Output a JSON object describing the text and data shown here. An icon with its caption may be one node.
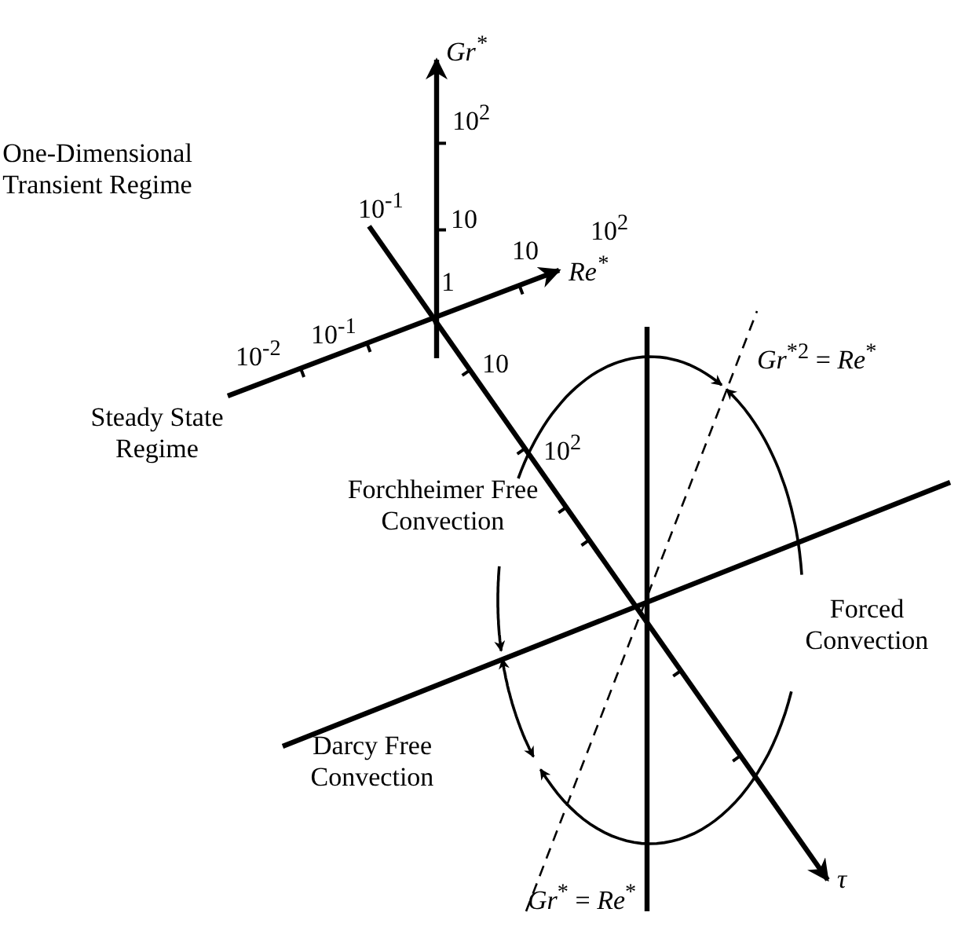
{
  "diagram": {
    "labels": [
      "Gr$^{*}$",
      "10$^{2}$",
      "One-Dimensional Transient Regime",
      "10$^{-1}$",
      "10",
      "10$^{2}$",
      "Re$^{*}$",
      "10",
      "1",
      "10$^{-2}$",
      "10$^{-1}$",
      "10",
      "*Gr*$^{*2}$ = *Re*$^{*}$",
      "Steady State Regime",
      "10$^{2}$",
      "Forchheimer Free Convection",
      "Forced Convection",
      "Darcy Free Convection",
      "τ",
      "*Gr*$^{*}$ = *Re*$^{*}$"
    ]
  }
}
